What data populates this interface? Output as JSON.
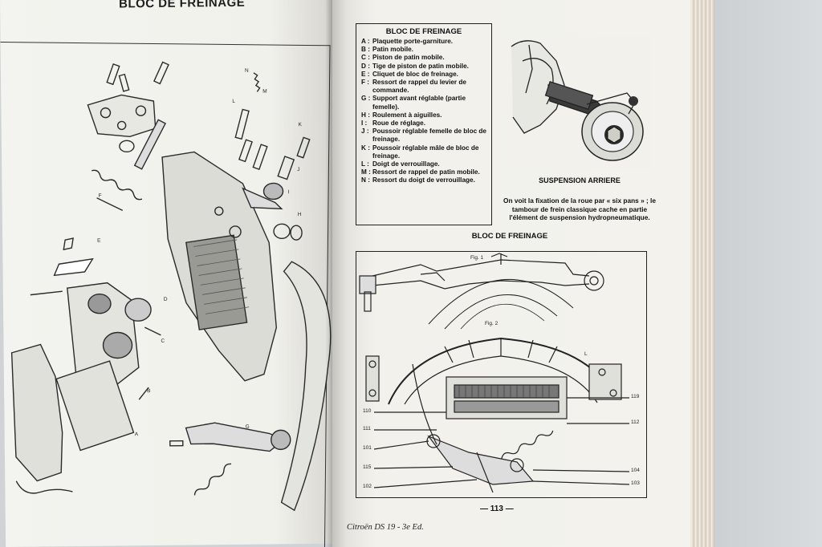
{
  "left_page": {
    "title": "BLOC DE FREINAGE",
    "callouts": [
      "N",
      "M",
      "L",
      "K",
      "J",
      "I",
      "H",
      "G",
      "F",
      "E",
      "D",
      "C",
      "B",
      "A"
    ]
  },
  "legend": {
    "title": "BLOC DE FREINAGE",
    "items": [
      {
        "key": "A :",
        "text": "Plaquette porte-garniture."
      },
      {
        "key": "B :",
        "text": "Patin mobile."
      },
      {
        "key": "C :",
        "text": "Piston de patin mobile."
      },
      {
        "key": "D :",
        "text": "Tige de piston de patin mobile."
      },
      {
        "key": "E :",
        "text": "Cliquet de bloc de freinage."
      },
      {
        "key": "F :",
        "text": "Ressort de rappel du levier de commande."
      },
      {
        "key": "G :",
        "text": "Support avant réglable (partie femelle)."
      },
      {
        "key": "H :",
        "text": "Roulement à aiguilles."
      },
      {
        "key": "I :",
        "text": "Roue de réglage."
      },
      {
        "key": "J :",
        "text": "Poussoir réglable femelle de bloc de freinage."
      },
      {
        "key": "K :",
        "text": "Poussoir réglable mâle de bloc de freinage."
      },
      {
        "key": "L :",
        "text": "Doigt de verrouillage."
      },
      {
        "key": "M :",
        "text": "Ressort de rappel de patin mobile."
      },
      {
        "key": "N :",
        "text": "Ressort du doigt de verrouillage."
      }
    ]
  },
  "photo": {
    "title": "SUSPENSION ARRIERE",
    "caption": "On voit la fixation de la roue par « six pans » ; le tambour de frein classique cache en partie l'élément de suspension hydropneumatique."
  },
  "diagram": {
    "title": "BLOC DE FREINAGE",
    "fig1_label": "Fig. 1",
    "fig2_label": "Fig. 2",
    "refs_left": [
      "110",
      "111",
      "101",
      "115",
      "102"
    ],
    "refs_right": [
      "119",
      "112",
      "104",
      "103"
    ],
    "ref_top": "L"
  },
  "page_number": "— 113 —",
  "footer": "Citroën DS 19 - 3e Ed."
}
